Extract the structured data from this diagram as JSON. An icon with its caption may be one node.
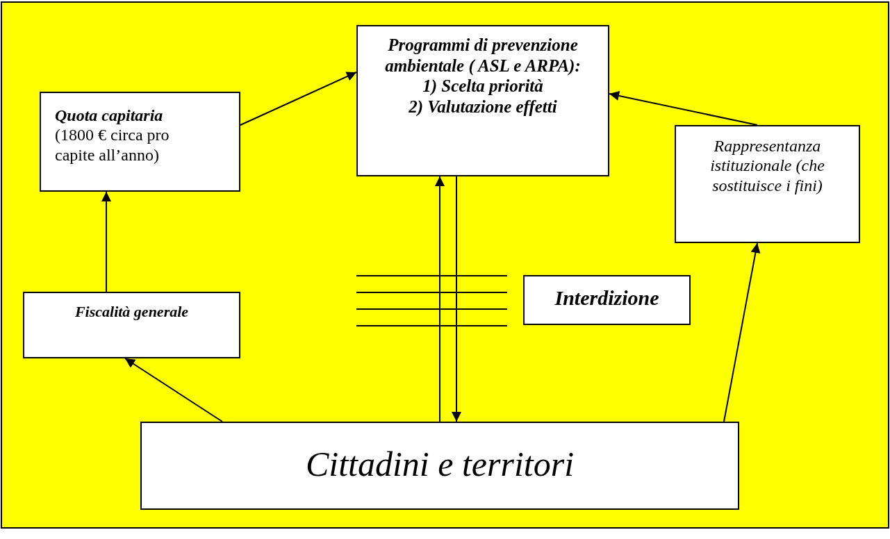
{
  "diagram": {
    "nodes": [
      {
        "text": [
          "Quota capitaria",
          "(1800 € circa pro capite all’anno)"
        ]
      },
      {
        "text": [
          "Programmi di prevenzione ambientale ( ASL e ARPA):",
          "1) Scelta priorità",
          "2) Valutazione effetti"
        ]
      },
      {
        "text": [
          "Rappresentanza istituzionale (che sostituisce i fini)"
        ]
      },
      {
        "text": [
          "Fiscalità generale"
        ]
      },
      {
        "text": [
          "Interdizione"
        ]
      },
      {
        "text": [
          "Cittadini e territori"
        ]
      }
    ],
    "edges": [
      {
        "from": 5,
        "to": 3,
        "arrow": "to"
      },
      {
        "from": 3,
        "to": 0,
        "arrow": "to"
      },
      {
        "from": 0,
        "to": 1,
        "arrow": "to"
      },
      {
        "from": 2,
        "to": 1,
        "arrow": "to"
      },
      {
        "from": 5,
        "to": 2,
        "arrow": "to"
      },
      {
        "from": 5,
        "to": 1,
        "arrow": "to"
      },
      {
        "from": 1,
        "to": 5,
        "arrow": "to"
      }
    ]
  }
}
